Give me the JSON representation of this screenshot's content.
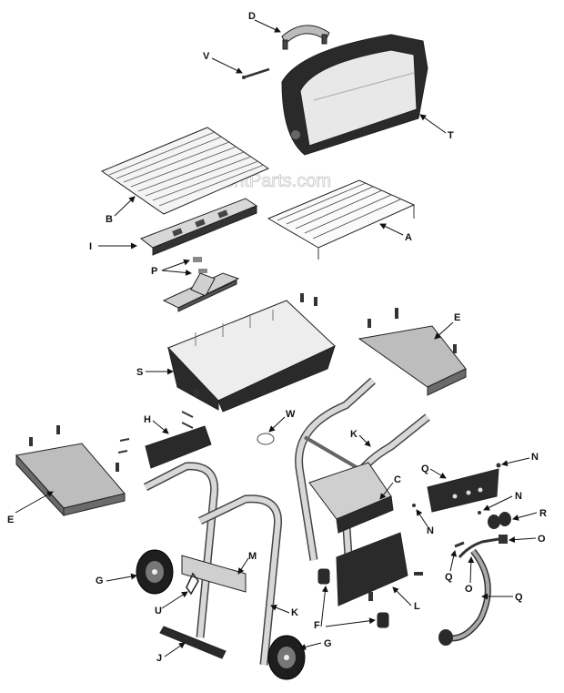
{
  "watermark": "eReplacementParts.com",
  "callouts": {
    "A": "A",
    "B": "B",
    "C": "C",
    "D": "D",
    "E1": "E",
    "E2": "E",
    "F": "F",
    "G1": "G",
    "G2": "G",
    "H": "H",
    "I": "I",
    "J": "J",
    "K1": "K",
    "K2": "K",
    "L": "L",
    "M": "M",
    "N1": "N",
    "N2": "N",
    "N3": "N",
    "O1": "O",
    "O2": "O",
    "P": "P",
    "Q1": "Q",
    "Q2": "Q",
    "Q3": "Q",
    "R": "R",
    "S": "S",
    "T": "T",
    "U": "U",
    "V": "V",
    "W": "W"
  },
  "colors": {
    "ink": "#111111",
    "dark_part": "#2a2a2a",
    "mid_part": "#9a9a9a",
    "light_part": "#e4e4e4"
  }
}
